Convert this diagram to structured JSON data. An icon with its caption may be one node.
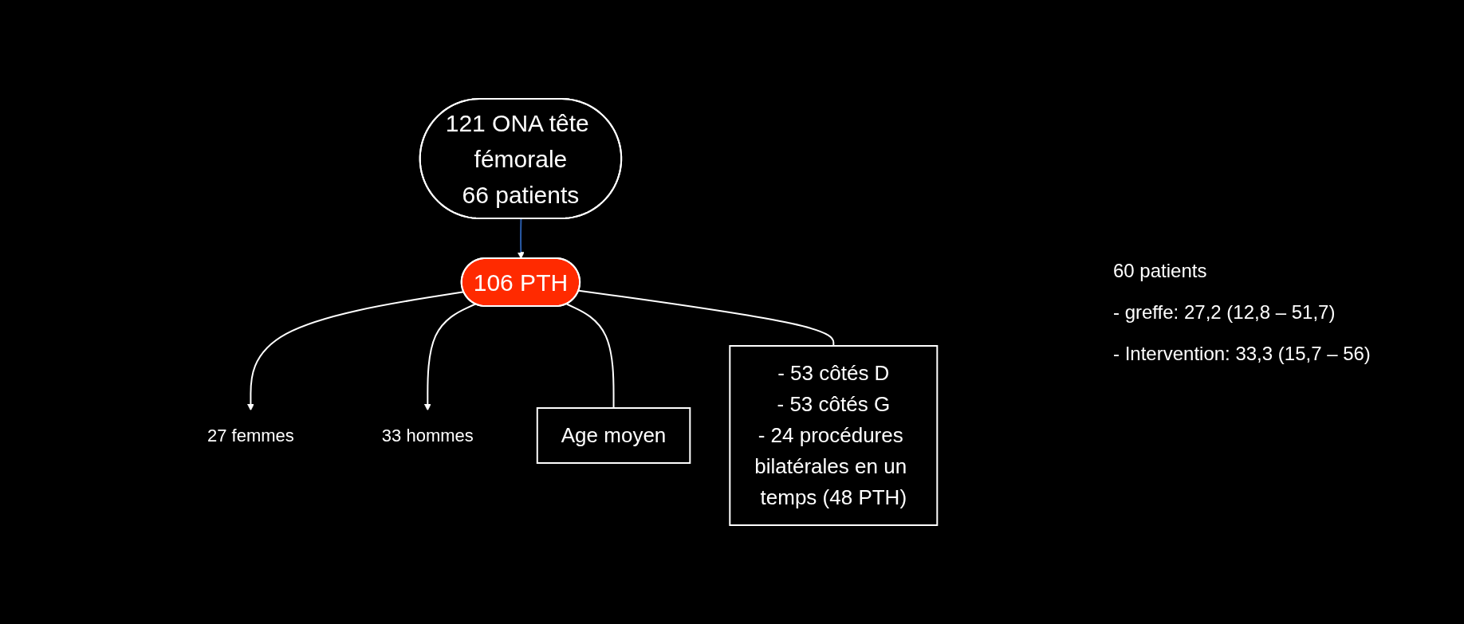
{
  "diagram": {
    "nodes": [
      {
        "text": [
          "121 ONA tête fémorale",
          "66 patients"
        ]
      },
      {
        "text": [
          "106 PTH"
        ]
      },
      {
        "text": [
          "27 femmes"
        ]
      },
      {
        "text": [
          "33 hommes"
        ]
      },
      {
        "text": [
          "Age moyen"
        ]
      },
      {
        "text": [
          "- 53 côtés D",
          "- 53 côtés G",
          "- 24 procédures bilatérales en un temps (48 PTH)"
        ]
      }
    ],
    "edges": [
      {
        "from": 0,
        "to": 1,
        "arrow": "to",
        "color": "#2a5caa"
      },
      {
        "from": 1,
        "to": 2,
        "arrow": "to"
      },
      {
        "from": 1,
        "to": 3,
        "arrow": "to"
      },
      {
        "from": 1,
        "to": 4,
        "arrow": "none"
      },
      {
        "from": 1,
        "to": 5,
        "arrow": "none"
      }
    ],
    "labels": [
      "60 patients",
      "- greffe: 27,2 (12,8 – 51,7)",
      "- Intervention: 33,3 (15,7 – 56)"
    ]
  }
}
